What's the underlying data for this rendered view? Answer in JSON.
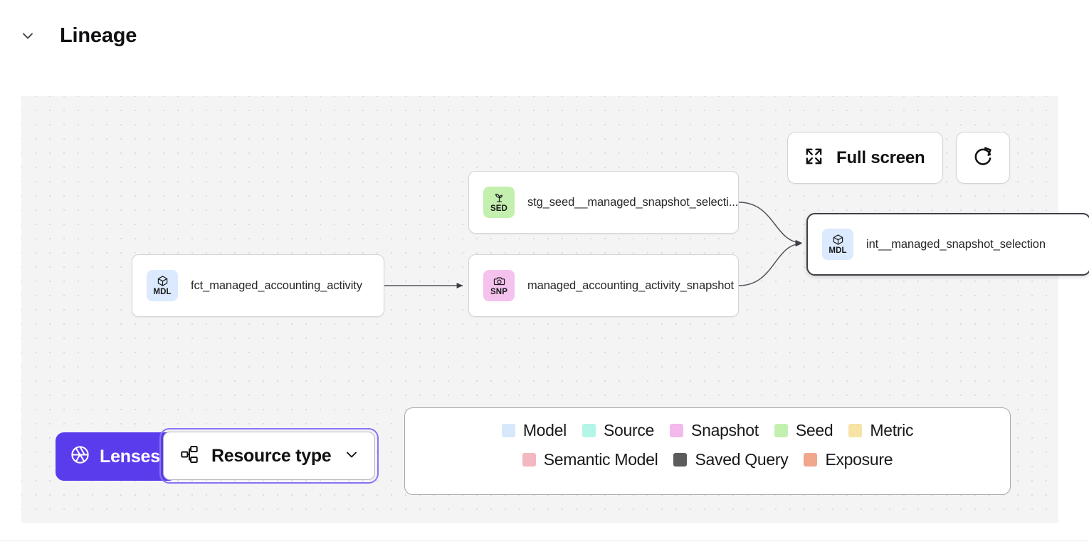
{
  "header": {
    "title": "Lineage",
    "collapse_icon": "chevron-down-icon"
  },
  "toolbar": {
    "full_screen_label": "Full screen",
    "full_screen_icon": "expand-arrows-icon",
    "refresh_icon": "refresh-icon"
  },
  "graph": {
    "nodes": [
      {
        "id": "fct",
        "code": "MDL",
        "glyph": "cube-icon",
        "label": "fct_managed_accounting_activity",
        "type": "Model",
        "selected": false
      },
      {
        "id": "stg",
        "code": "SED",
        "glyph": "seedling-icon",
        "label": "stg_seed__managed_snapshot_selecti...",
        "type": "Seed",
        "selected": false
      },
      {
        "id": "snp",
        "code": "SNP",
        "glyph": "camera-icon",
        "label": "managed_accounting_activity_snapshot",
        "type": "Snapshot",
        "selected": false
      },
      {
        "id": "int",
        "code": "MDL",
        "glyph": "cube-icon",
        "label": "int__managed_snapshot_selection",
        "type": "Model",
        "selected": true
      }
    ],
    "edges": [
      {
        "from": "fct",
        "to": "snp"
      },
      {
        "from": "stg",
        "to": "int"
      },
      {
        "from": "snp",
        "to": "int"
      }
    ]
  },
  "controls": {
    "lenses_label": "Lenses",
    "lenses_icon": "aperture-icon",
    "resource_type_label": "Resource type",
    "resource_type_icon": "hierarchy-icon",
    "resource_type_chevron": "chevron-down-icon"
  },
  "legend": {
    "row1": [
      {
        "label": "Model",
        "color": "#d6e8fa"
      },
      {
        "label": "Source",
        "color": "#b3f5e6"
      },
      {
        "label": "Snapshot",
        "color": "#f3b9ec"
      },
      {
        "label": "Seed",
        "color": "#c3f0ae"
      },
      {
        "label": "Metric",
        "color": "#f7e3a6"
      }
    ],
    "row2": [
      {
        "label": "Semantic Model",
        "color": "#f3b7c2"
      },
      {
        "label": "Saved Query",
        "color": "#5c5c5c"
      },
      {
        "label": "Exposure",
        "color": "#f2a78d"
      }
    ]
  },
  "colors": {
    "accent_purple": "#5b3ced",
    "focus_ring": "#8b72f5",
    "canvas_bg": "#f4f4f5",
    "node_border": "#d4d4d8",
    "selected_border": "#3f3f46"
  }
}
